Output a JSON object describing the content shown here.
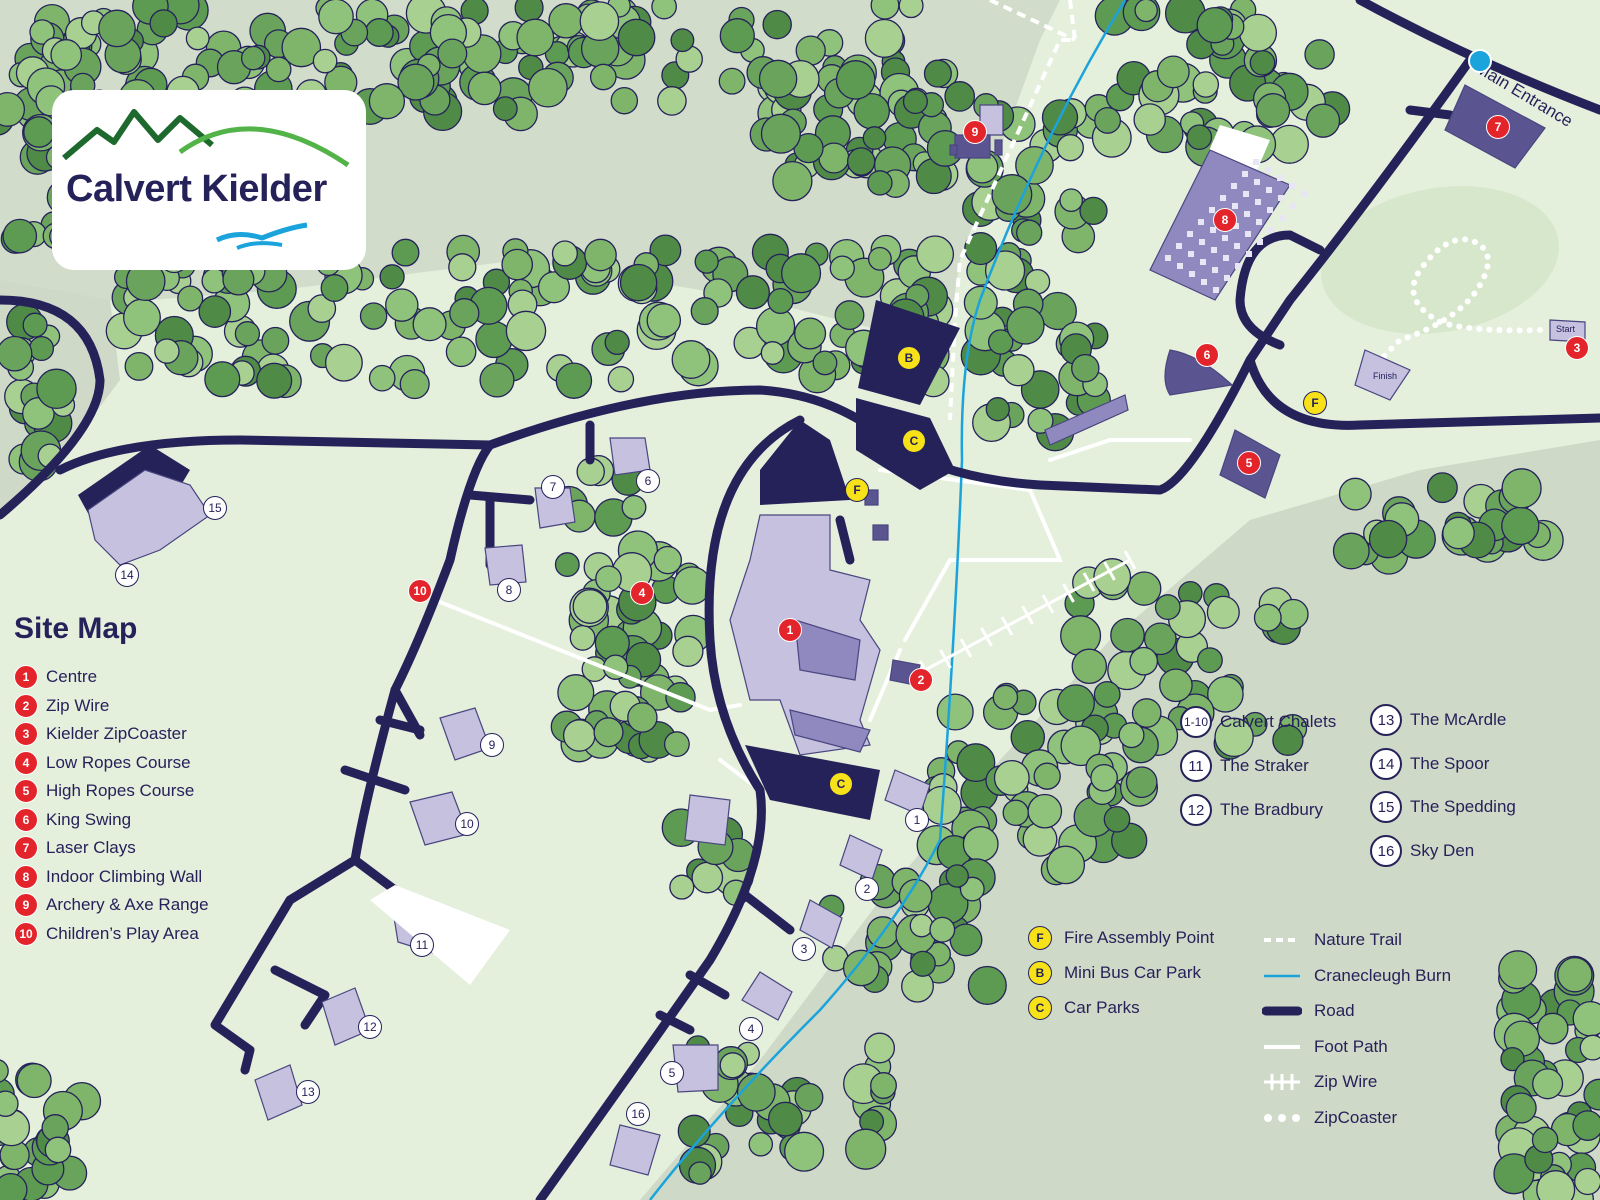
{
  "logo": {
    "name": "Calvert Kielder"
  },
  "colors": {
    "navy": "#25225a",
    "marker_red": "#e3242b",
    "marker_yellow": "#f7e21a",
    "grass": "#e4efdc",
    "woodland": "#d0dbc8",
    "burn_blue": "#1ba3dc"
  },
  "map_labels": {
    "main_entrance": "Main Entrance",
    "zip_start": "Start",
    "zip_finish": "Finish"
  },
  "legend": {
    "title": "Site Map",
    "activities": [
      {
        "num": "1",
        "label": "Centre"
      },
      {
        "num": "2",
        "label": "Zip Wire"
      },
      {
        "num": "3",
        "label": "Kielder ZipCoaster"
      },
      {
        "num": "4",
        "label": "Low Ropes Course"
      },
      {
        "num": "5",
        "label": "High Ropes Course"
      },
      {
        "num": "6",
        "label": "King Swing"
      },
      {
        "num": "7",
        "label": "Laser Clays"
      },
      {
        "num": "8",
        "label": "Indoor Climbing Wall"
      },
      {
        "num": "9",
        "label": "Archery & Axe Range"
      },
      {
        "num": "10",
        "label": "Children’s Play Area"
      }
    ],
    "accommodation": [
      {
        "num": "1-10",
        "label": "Calvert Chalets"
      },
      {
        "num": "11",
        "label": "The Straker"
      },
      {
        "num": "12",
        "label": "The Bradbury"
      },
      {
        "num": "13",
        "label": "The McArdle"
      },
      {
        "num": "14",
        "label": "The Spoor"
      },
      {
        "num": "15",
        "label": "The Spedding"
      },
      {
        "num": "16",
        "label": "Sky Den"
      }
    ],
    "points": [
      {
        "letter": "F",
        "label": "Fire Assembly Point"
      },
      {
        "letter": "B",
        "label": "Mini Bus Car Park"
      },
      {
        "letter": "C",
        "label": "Car Parks"
      }
    ],
    "line_keys": [
      {
        "icon": "nature-trail-line",
        "label": "Nature Trail"
      },
      {
        "icon": "burn-line",
        "label": "Cranecleugh Burn"
      },
      {
        "icon": "road-line",
        "label": "Road"
      },
      {
        "icon": "foot-path-line",
        "label": "Foot Path"
      },
      {
        "icon": "zip-wire-line",
        "label": "Zip Wire"
      },
      {
        "icon": "zipcoaster-dots",
        "label": "ZipCoaster"
      }
    ]
  },
  "markers": {
    "activity": [
      "1",
      "2",
      "3",
      "4",
      "5",
      "6",
      "7",
      "8",
      "9",
      "10"
    ],
    "points": [
      "B",
      "C",
      "C",
      "F",
      "F",
      "F"
    ],
    "chalets": [
      "1",
      "2",
      "3",
      "4",
      "5",
      "6",
      "7",
      "8",
      "9",
      "10",
      "11",
      "12",
      "13",
      "14",
      "15",
      "16"
    ]
  }
}
